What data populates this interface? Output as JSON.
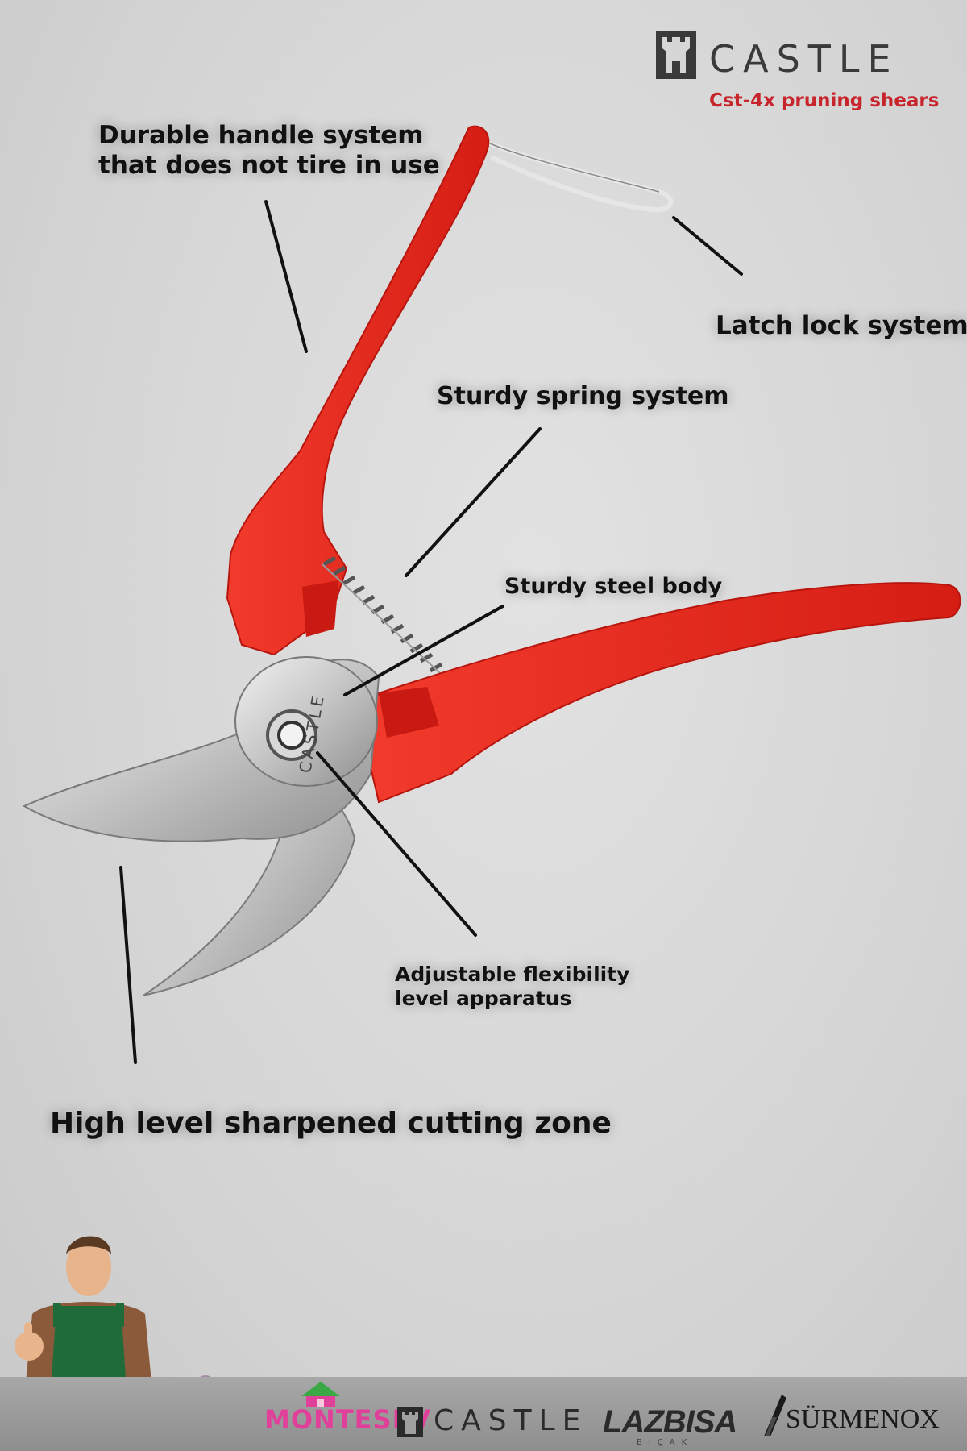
{
  "brand": {
    "wordmark": "CASTLE",
    "product": "Cst-4x pruning shears",
    "accent_color": "#c8242b",
    "logo_icon": "castle-tower-icon"
  },
  "callouts": {
    "handle": [
      "Durable handle system",
      "that does not tire in use"
    ],
    "latch": "Latch lock system",
    "spring": "Sturdy spring system",
    "steel_body": "Sturdy steel body",
    "adjust": [
      "Adjustable flexibility",
      "level apparatus"
    ],
    "cutting": "High level sharpened cutting zone"
  },
  "blade_engraving": "CASTLE",
  "footer": {
    "montesev": "MONTESEV",
    "castle": "CASTLE",
    "lazbisa": "LAZBISA",
    "lazbisa_sub": "BIÇAK",
    "surmenox": "SÜRMENOX"
  },
  "colors": {
    "handle_red": "#e8261c",
    "blade_steel": "#c9c9c9",
    "footer_bar": "#9a9a9a"
  }
}
